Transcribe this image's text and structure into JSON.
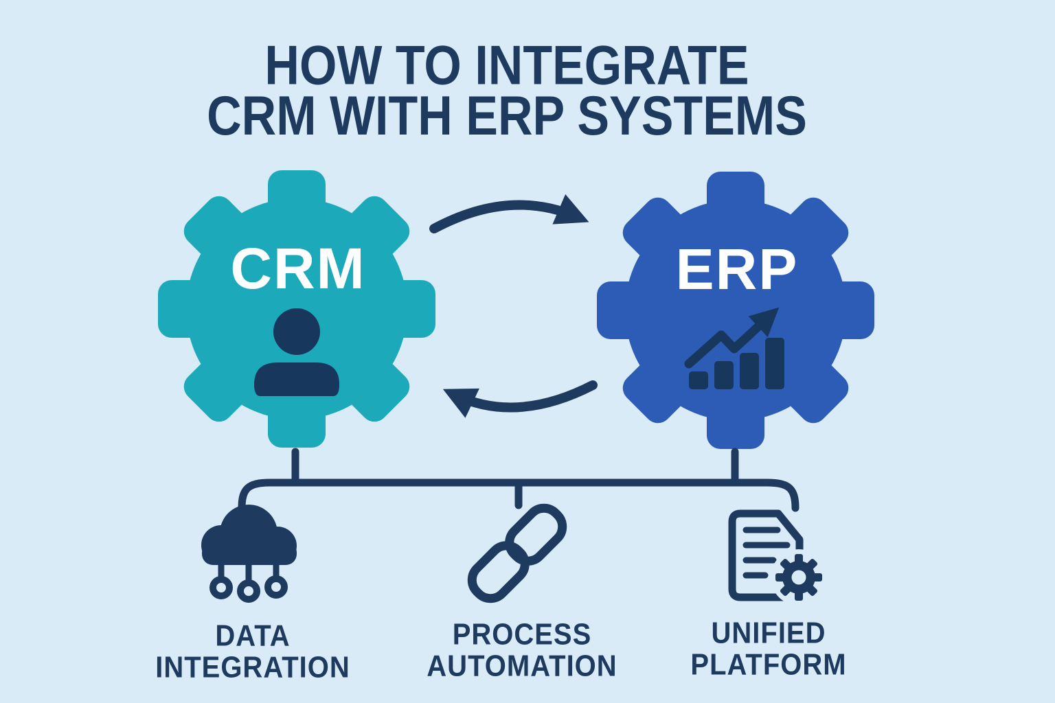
{
  "title": {
    "line1": "HOW TO INTEGRATE",
    "line2": "CRM WITH ERP SYSTEMS"
  },
  "systems": {
    "crm": {
      "label": "CRM",
      "icon": "person-icon",
      "color": "#1ca9b9"
    },
    "erp": {
      "label": "ERP",
      "icon": "growth-chart-icon",
      "color": "#2c5cb6"
    }
  },
  "flow": {
    "top_arrow": "crm-to-erp",
    "bottom_arrow": "erp-to-crm"
  },
  "features": [
    {
      "line1": "DATA",
      "line2": "INTEGRATION",
      "icon": "cloud-network-icon"
    },
    {
      "line1": "PROCESS",
      "line2": "AUTOMATION",
      "icon": "chain-link-icon"
    },
    {
      "line1": "UNIFIED",
      "line2": "PLATFORM",
      "icon": "document-gear-icon"
    }
  ],
  "colors": {
    "background": "#d8ebf6",
    "navy": "#1e3a5e",
    "icon_navy": "#17375c",
    "teal": "#1ca9b9",
    "blue": "#2c5cb6",
    "gear_label": "#ffffff"
  }
}
